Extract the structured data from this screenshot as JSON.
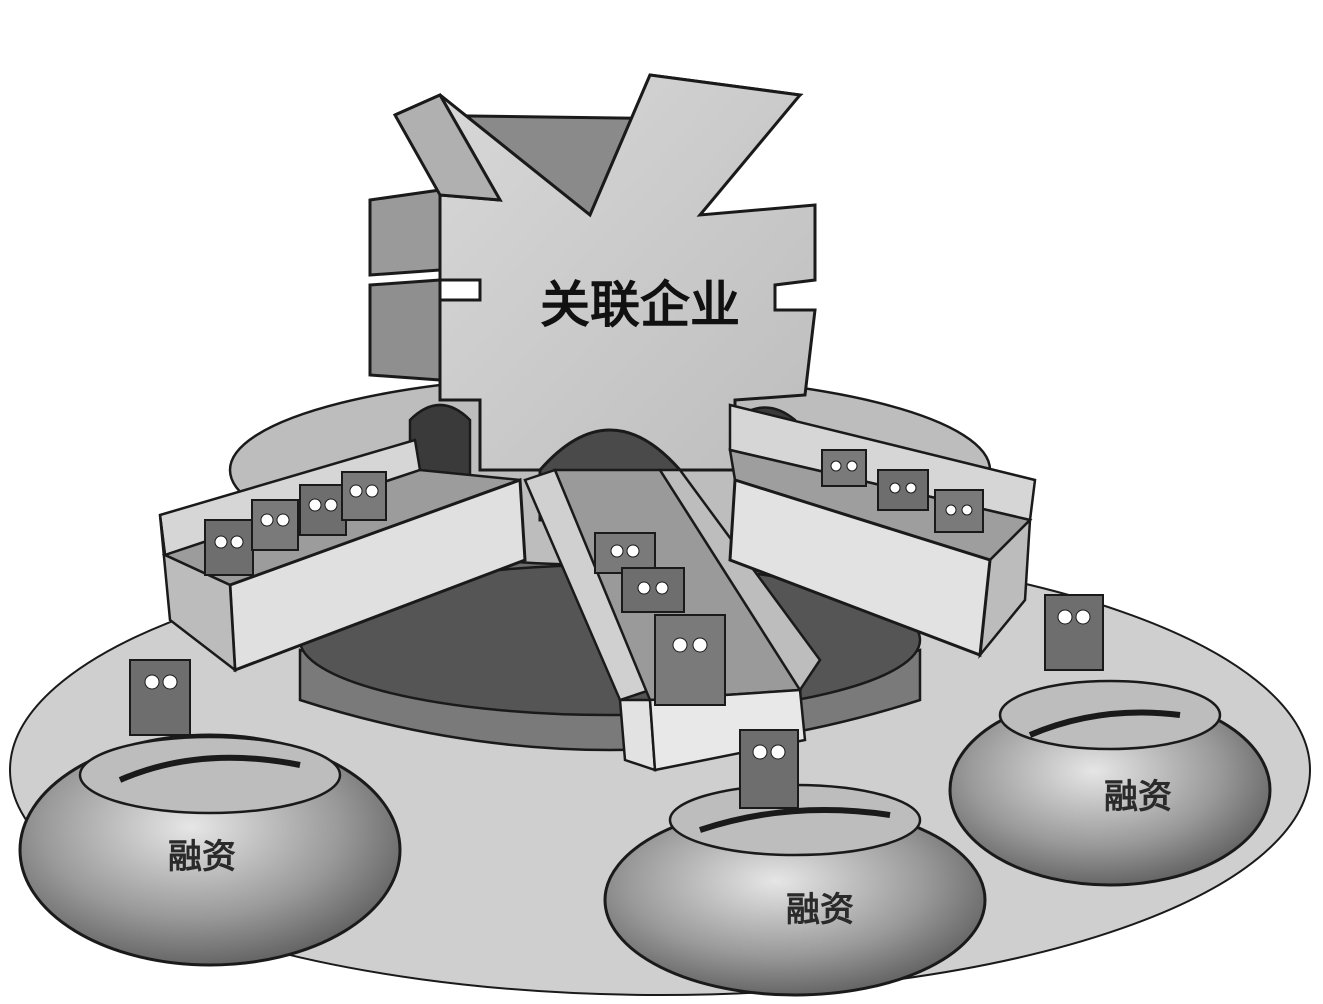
{
  "illustration": {
    "yuan_block_label": "关联企业",
    "bag_labels": [
      "融资",
      "融资",
      "融资"
    ]
  },
  "colors": {
    "background": "#ffffff",
    "ground": "#c9c9c9",
    "light": "#e4e4e4",
    "mid": "#a8a8a8",
    "dark": "#6f6f6f",
    "outline": "#1a1a1a"
  }
}
